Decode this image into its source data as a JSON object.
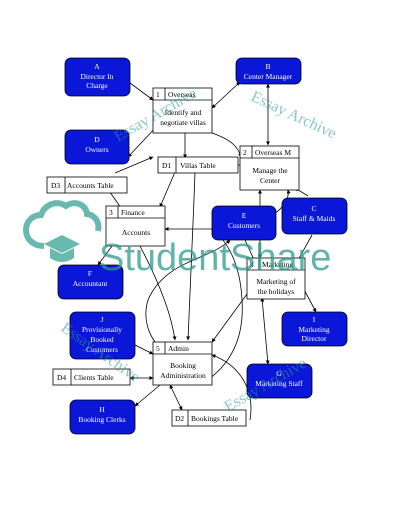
{
  "entities": {
    "A": {
      "letter": "A",
      "lines": [
        "Director In",
        "Charge"
      ]
    },
    "B": {
      "letter": "B",
      "lines": [
        "Center Manager"
      ]
    },
    "C": {
      "letter": "C",
      "lines": [
        "Staff & Maids"
      ]
    },
    "D": {
      "letter": "D",
      "lines": [
        "Owners"
      ]
    },
    "E": {
      "letter": "E",
      "lines": [
        "Customers"
      ]
    },
    "F": {
      "letter": "F",
      "lines": [
        "Accountant"
      ]
    },
    "G": {
      "letter": "G",
      "lines": [
        "Marketing Staff"
      ]
    },
    "H": {
      "letter": "H",
      "lines": [
        "Booking Clerks"
      ]
    },
    "I": {
      "letter": "I",
      "lines": [
        "Marketing",
        "Director"
      ]
    },
    "J": {
      "letter": "J",
      "lines": [
        "Provisionally",
        "Booked",
        "Customers"
      ]
    }
  },
  "processes": {
    "p1": {
      "num": "1",
      "title": "Overseas",
      "body": [
        "Identify and",
        "negotiate villas"
      ]
    },
    "p2": {
      "num": "2",
      "title": "Overseas M",
      "body": [
        "Manage the",
        "Center"
      ]
    },
    "p3": {
      "num": "3",
      "title": "Finance",
      "body": [
        "Accounts"
      ]
    },
    "p4": {
      "num": "4",
      "title": "Marketing",
      "body": [
        "Marketing of",
        "the holidays"
      ]
    },
    "p5": {
      "num": "5",
      "title": "Admin",
      "body": [
        "Booking",
        "Administration"
      ]
    }
  },
  "stores": {
    "d1": {
      "id": "D1",
      "name": "Villas Table"
    },
    "d2": {
      "id": "D2",
      "name": "Bookings Table"
    },
    "d3": {
      "id": "D3",
      "name": "Accounts Table"
    },
    "d4": {
      "id": "D4",
      "name": "Clients Table"
    }
  },
  "watermark": {
    "archive_top": "Essay Archive",
    "archive_right": "Essay Archive",
    "archive_left": "Essay Archive",
    "archive_bottom": "Essay Archive",
    "brand": "StudentShare"
  }
}
